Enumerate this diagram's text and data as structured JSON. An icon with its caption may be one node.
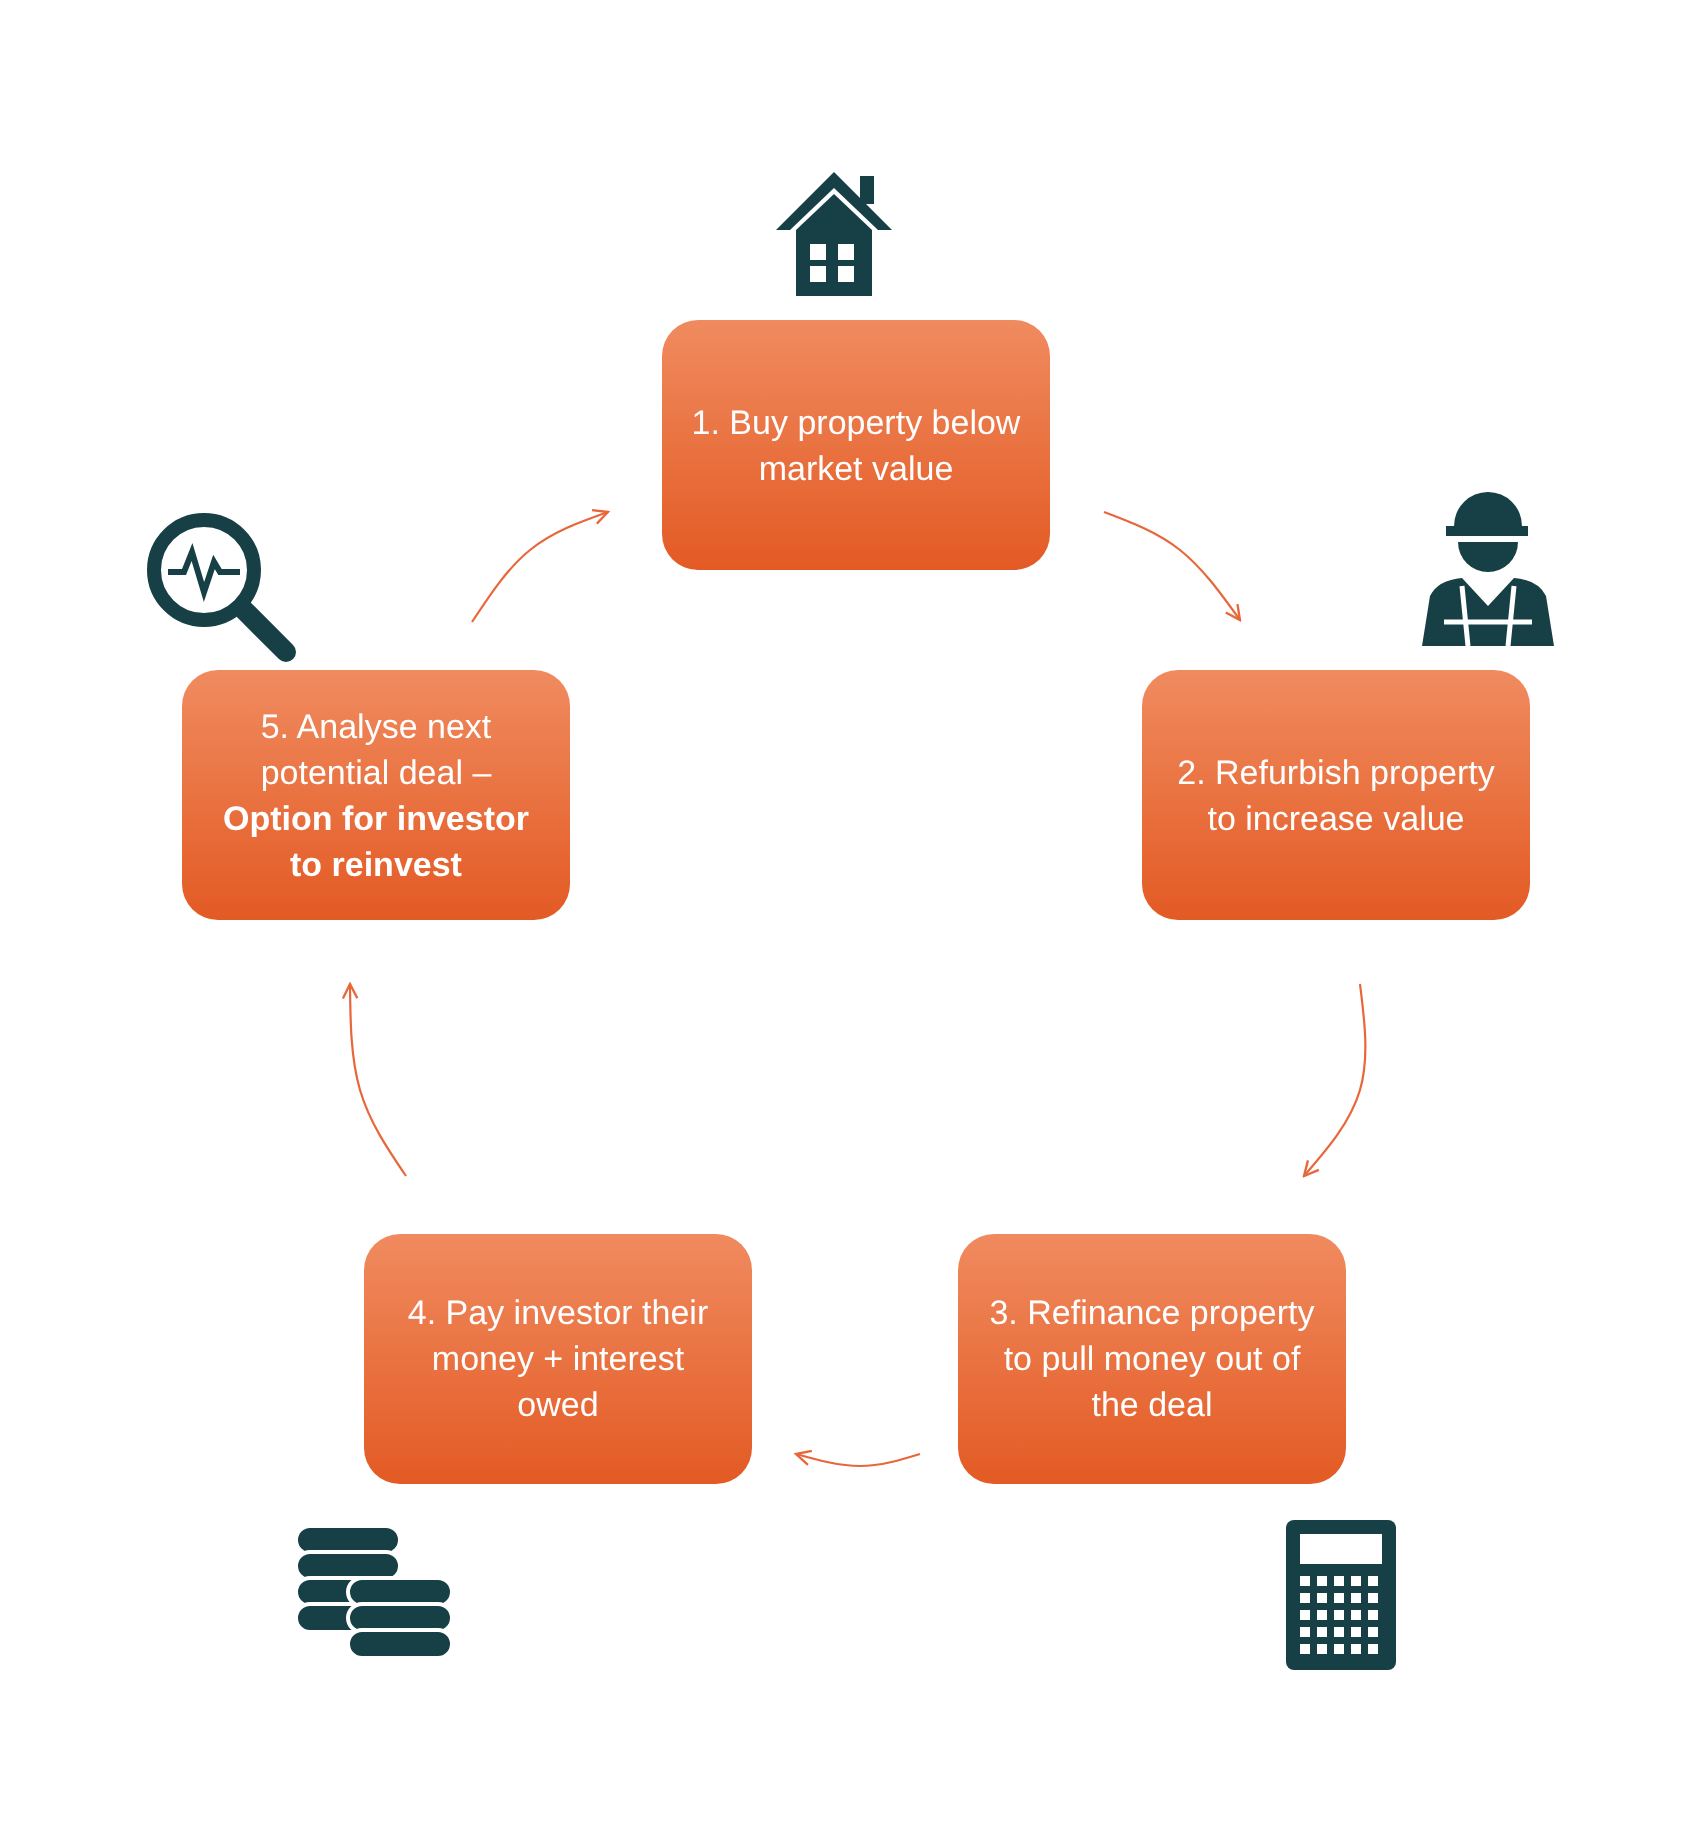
{
  "diagram": {
    "nodes": [
      {
        "text": [
          "1. Buy property below market value"
        ]
      },
      {
        "text": [
          "2. Refurbish property to increase value"
        ]
      },
      {
        "text": [
          "3. Refinance property to pull money out of the deal"
        ]
      },
      {
        "text": [
          "4. Pay investor their money + interest owed"
        ]
      },
      {
        "text": [
          "5. Analyse next potential deal – **Option for investor to reinvest**"
        ]
      }
    ],
    "edges": [
      {
        "from": 0,
        "to": 1,
        "arrow": "to"
      },
      {
        "from": 1,
        "to": 2,
        "arrow": "to"
      },
      {
        "from": 2,
        "to": 3,
        "arrow": "to"
      },
      {
        "from": 3,
        "to": 4,
        "arrow": "to"
      },
      {
        "from": 4,
        "to": 0,
        "arrow": "to"
      }
    ]
  }
}
